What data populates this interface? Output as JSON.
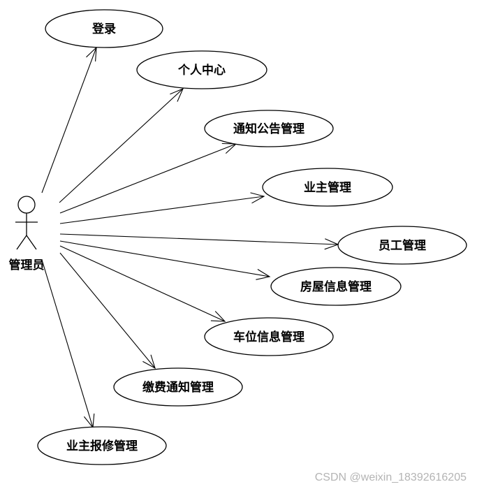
{
  "actor": {
    "label": "管理员"
  },
  "use_cases": [
    {
      "id": "login",
      "label": "登录"
    },
    {
      "id": "personal-center",
      "label": "个人中心"
    },
    {
      "id": "notice-management",
      "label": "通知公告管理"
    },
    {
      "id": "owner-management",
      "label": "业主管理"
    },
    {
      "id": "staff-management",
      "label": "员工管理"
    },
    {
      "id": "house-info-management",
      "label": "房屋信息管理"
    },
    {
      "id": "parking-info-management",
      "label": "车位信息管理"
    },
    {
      "id": "payment-notice-management",
      "label": "缴费通知管理"
    },
    {
      "id": "repair-management",
      "label": "业主报修管理"
    }
  ],
  "watermark": "CSDN @weixin_18392616205"
}
